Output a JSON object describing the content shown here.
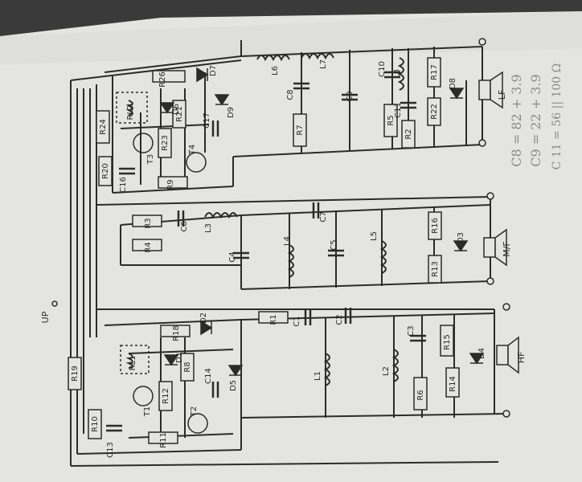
{
  "supply": {
    "label": "UP"
  },
  "hf_section": {
    "components": {
      "R19": "R19",
      "R10": "R10",
      "C13": "C13",
      "T1": "T1",
      "R11": "R11",
      "T2": "T2",
      "R12": "R12",
      "R8": "R8",
      "D1": "D1",
      "RL1": "RL1",
      "R18": "R18",
      "D2": "D2",
      "C14": "C14",
      "D5": "D5",
      "R1": "R1",
      "C1": "C1",
      "C2": "C2",
      "L1": "L1",
      "L2": "L2",
      "C3": "C3",
      "R6": "R6",
      "R14": "R14",
      "R15": "R15",
      "D4": "D4"
    },
    "output": "HF"
  },
  "mf_section": {
    "components": {
      "R3": "R3",
      "R4": "R4",
      "C6": "C6",
      "L3": "L3",
      "C7": "C7",
      "C4": "C4",
      "L4": "L4",
      "C5": "C5",
      "L5": "L5",
      "R16": "R16",
      "D3": "D3",
      "R13": "R13"
    },
    "output": "M/F"
  },
  "lf_section": {
    "components": {
      "R26": "R26",
      "R24": "R24",
      "RL2": "RL2",
      "D6": "D6",
      "D7": "D7",
      "R21": "R21",
      "R23": "R23",
      "T3": "T3",
      "T4": "T4",
      "R20": "R20",
      "C16": "C16",
      "R9": "R9",
      "C17": "C17",
      "D9": "D9",
      "L6": "L6",
      "L7": "L7",
      "C8": "C8",
      "R7": "R7",
      "C9": "C9",
      "C10": "C10",
      "R5": "R5",
      "L8": "L8",
      "C11": "C11",
      "R2": "R2",
      "R17": "R17",
      "D8": "D8",
      "R22": "R22"
    },
    "output": "LF"
  },
  "handwritten_notes": [
    "C8 = 82 + 3.9",
    "C9 = 22 + 3.9",
    "C 11 = 56 || 100 Ω"
  ],
  "colors": {
    "paper": "#e6e6e4",
    "ink": "#2b2b2b",
    "pencil": "#8a8a8a",
    "background": "#3a3a3a"
  }
}
